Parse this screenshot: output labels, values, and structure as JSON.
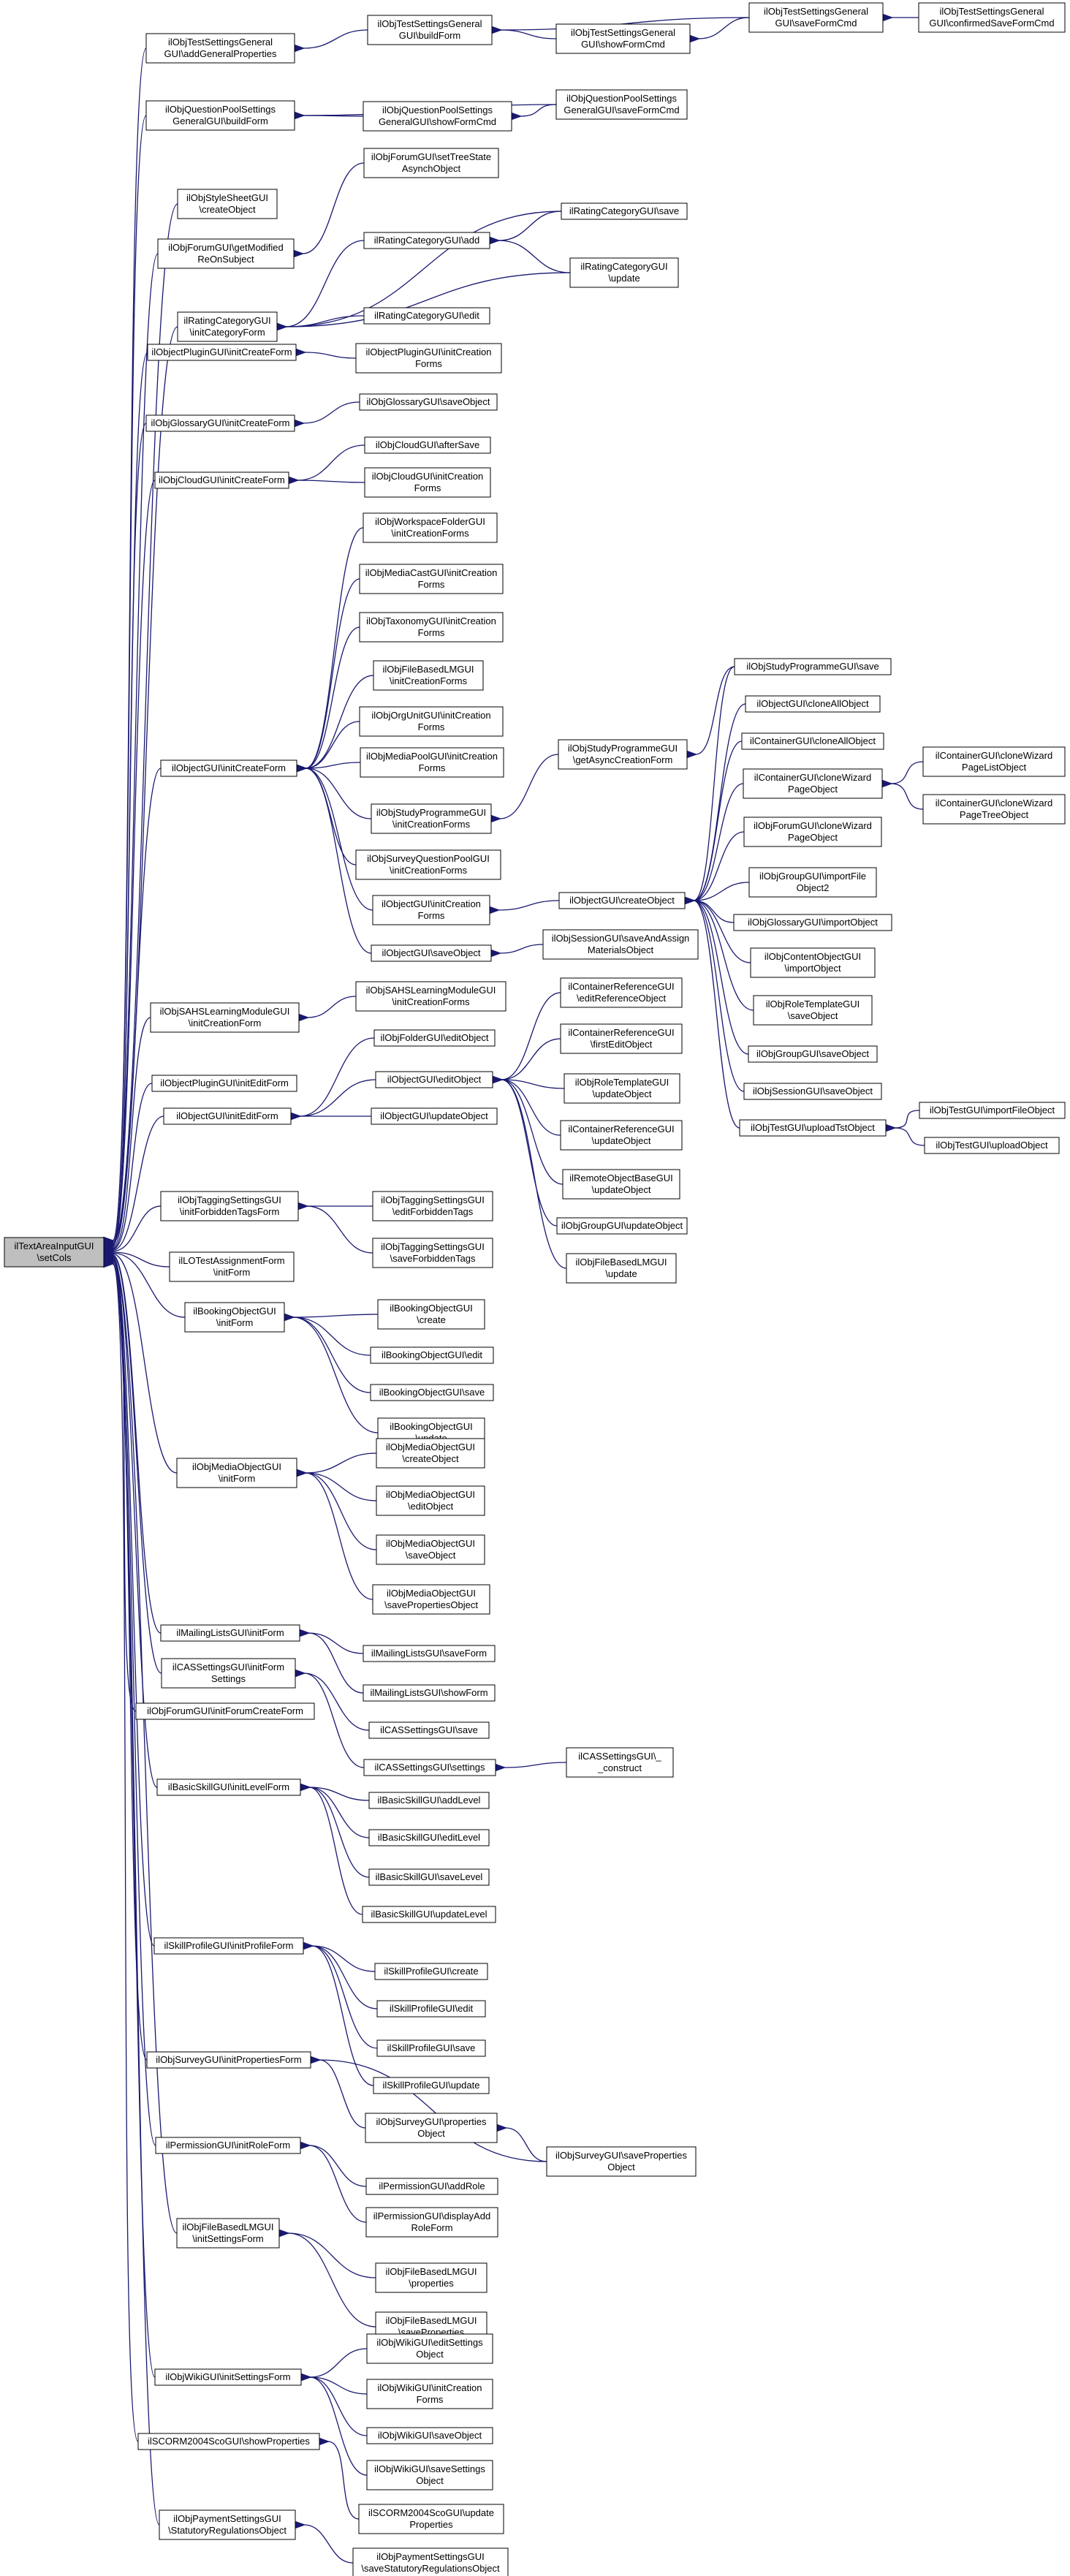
{
  "diagram": {
    "title": "",
    "nodes": [
      {
        "id": "root",
        "lines": [
          "ilTextAreaInputGUI",
          "\\setCols"
        ]
      },
      {
        "id": "addGeneralProperties",
        "lines": [
          "ilObjTestSettingsGeneral",
          "GUI\\addGeneralProperties"
        ]
      },
      {
        "id": "qpBuildForm",
        "lines": [
          "ilObjQuestionPoolSettings",
          "GeneralGUI\\buildForm"
        ]
      },
      {
        "id": "styleCreate",
        "lines": [
          "ilObjStyleSheetGUI",
          "\\createObject"
        ]
      },
      {
        "id": "forumModified",
        "lines": [
          "ilObjForumGUI\\getModified",
          "ReOnSubject"
        ]
      },
      {
        "id": "ratingInit",
        "lines": [
          "ilRatingCategoryGUI",
          "\\initCategoryForm"
        ]
      },
      {
        "id": "pluginInitCreate",
        "lines": [
          "ilObjectPluginGUI\\initCreateForm"
        ]
      },
      {
        "id": "glossaryInitCreate",
        "lines": [
          "ilObjGlossaryGUI\\initCreateForm"
        ]
      },
      {
        "id": "cloudInitCreate",
        "lines": [
          "ilObjCloudGUI\\initCreateForm"
        ]
      },
      {
        "id": "objectInitCreate",
        "lines": [
          "ilObjectGUI\\initCreateForm"
        ]
      },
      {
        "id": "sahsInitCreation",
        "lines": [
          "ilObjSAHSLearningModuleGUI",
          "\\initCreationForm"
        ]
      },
      {
        "id": "pluginInitEdit",
        "lines": [
          "ilObjectPluginGUI\\initEditForm"
        ]
      },
      {
        "id": "objectInitEdit",
        "lines": [
          "ilObjectGUI\\initEditForm"
        ]
      },
      {
        "id": "taggingInit",
        "lines": [
          "ilObjTaggingSettingsGUI",
          "\\initForbiddenTagsForm"
        ]
      },
      {
        "id": "loTestInit",
        "lines": [
          "ilLOTestAssignmentForm",
          "\\initForm"
        ]
      },
      {
        "id": "bookingInit",
        "lines": [
          "ilBookingObjectGUI",
          "\\initForm"
        ]
      },
      {
        "id": "mediaInit",
        "lines": [
          "ilObjMediaObjectGUI",
          "\\initForm"
        ]
      },
      {
        "id": "mailingInit",
        "lines": [
          "ilMailingListsGUI\\initForm"
        ]
      },
      {
        "id": "casInit",
        "lines": [
          "ilCASSettingsGUI\\initForm",
          "Settings"
        ]
      },
      {
        "id": "forumInitForum",
        "lines": [
          "ilObjForumGUI\\initForumCreateForm"
        ]
      },
      {
        "id": "basicSkillInit",
        "lines": [
          "ilBasicSkillGUI\\initLevelForm"
        ]
      },
      {
        "id": "skillProfileInit",
        "lines": [
          "ilSkillProfileGUI\\initProfileForm"
        ]
      },
      {
        "id": "surveyInit",
        "lines": [
          "ilObjSurveyGUI\\initPropertiesForm"
        ]
      },
      {
        "id": "permissionInit",
        "lines": [
          "ilPermissionGUI\\initRoleForm"
        ]
      },
      {
        "id": "fileLmInit",
        "lines": [
          "ilObjFileBasedLMGUI",
          "\\initSettingsForm"
        ]
      },
      {
        "id": "wikiInit",
        "lines": [
          "ilObjWikiGUI\\initSettingsForm"
        ]
      },
      {
        "id": "scormShow",
        "lines": [
          "ilSCORM2004ScoGUI\\showProperties"
        ]
      },
      {
        "id": "paymentStatutory",
        "lines": [
          "ilObjPaymentSettingsGUI",
          "\\StatutoryRegulationsObject"
        ]
      },
      {
        "id": "tsgBuildForm",
        "lines": [
          "ilObjTestSettingsGeneral",
          "GUI\\buildForm"
        ]
      },
      {
        "id": "tsgShowForm",
        "lines": [
          "ilObjTestSettingsGeneral",
          "GUI\\showFormCmd"
        ]
      },
      {
        "id": "tsgSaveForm",
        "lines": [
          "ilObjTestSettingsGeneral",
          "GUI\\saveFormCmd"
        ]
      },
      {
        "id": "tsgConfirmed",
        "lines": [
          "ilObjTestSettingsGeneral",
          "GUI\\confirmedSaveFormCmd"
        ]
      },
      {
        "id": "qpShowForm",
        "lines": [
          "ilObjQuestionPoolSettings",
          "GeneralGUI\\showFormCmd"
        ]
      },
      {
        "id": "qpSaveForm",
        "lines": [
          "ilObjQuestionPoolSettings",
          "GeneralGUI\\saveFormCmd"
        ]
      },
      {
        "id": "forumSetTree",
        "lines": [
          "ilObjForumGUI\\setTreeState",
          "AsynchObject"
        ]
      },
      {
        "id": "ratingAdd",
        "lines": [
          "ilRatingCategoryGUI\\add"
        ]
      },
      {
        "id": "ratingSave",
        "lines": [
          "ilRatingCategoryGUI\\save"
        ]
      },
      {
        "id": "ratingUpdate",
        "lines": [
          "ilRatingCategoryGUI",
          "\\update"
        ]
      },
      {
        "id": "ratingEdit",
        "lines": [
          "ilRatingCategoryGUI\\edit"
        ]
      },
      {
        "id": "pluginInitCreationForms",
        "lines": [
          "ilObjectPluginGUI\\initCreation",
          "Forms"
        ]
      },
      {
        "id": "glossarySave",
        "lines": [
          "ilObjGlossaryGUI\\saveObject"
        ]
      },
      {
        "id": "cloudAfterSave",
        "lines": [
          "ilObjCloudGUI\\afterSave"
        ]
      },
      {
        "id": "cloudInitCreationForms",
        "lines": [
          "ilObjCloudGUI\\initCreation",
          "Forms"
        ]
      },
      {
        "id": "wsFolderICF",
        "lines": [
          "ilObjWorkspaceFolderGUI",
          "\\initCreationForms"
        ]
      },
      {
        "id": "mediaCastICF",
        "lines": [
          "ilObjMediaCastGUI\\initCreation",
          "Forms"
        ]
      },
      {
        "id": "taxonomyICF",
        "lines": [
          "ilObjTaxonomyGUI\\initCreation",
          "Forms"
        ]
      },
      {
        "id": "fileLmICF",
        "lines": [
          "ilObjFileBasedLMGUI",
          "\\initCreationForms"
        ]
      },
      {
        "id": "orgUnitICF",
        "lines": [
          "ilObjOrgUnitGUI\\initCreation",
          "Forms"
        ]
      },
      {
        "id": "mediaPoolICF",
        "lines": [
          "ilObjMediaPoolGUI\\initCreation",
          "Forms"
        ]
      },
      {
        "id": "studyProgICF",
        "lines": [
          "ilObjStudyProgrammeGUI",
          "\\initCreationForms"
        ]
      },
      {
        "id": "surveyQPICF",
        "lines": [
          "ilObjSurveyQuestionPoolGUI",
          "\\initCreationForms"
        ]
      },
      {
        "id": "objectICF",
        "lines": [
          "ilObjectGUI\\initCreation",
          "Forms"
        ]
      },
      {
        "id": "objectSave",
        "lines": [
          "ilObjectGUI\\saveObject"
        ]
      },
      {
        "id": "studyProgAsync",
        "lines": [
          "ilObjStudyProgrammeGUI",
          "\\getAsyncCreationForm"
        ]
      },
      {
        "id": "objectCreate",
        "lines": [
          "ilObjectGUI\\createObject"
        ]
      },
      {
        "id": "sessionSaveAssign",
        "lines": [
          "ilObjSessionGUI\\saveAndAssign",
          "MaterialsObject"
        ]
      },
      {
        "id": "studyProgSave",
        "lines": [
          "ilObjStudyProgrammeGUI\\save"
        ]
      },
      {
        "id": "objectCloneAll",
        "lines": [
          "ilObjectGUI\\cloneAllObject"
        ]
      },
      {
        "id": "containerCloneAll",
        "lines": [
          "ilContainerGUI\\cloneAllObject"
        ]
      },
      {
        "id": "containerCloneWizard",
        "lines": [
          "ilContainerGUI\\cloneWizard",
          "PageObject"
        ]
      },
      {
        "id": "forumCloneWizard",
        "lines": [
          "ilObjForumGUI\\cloneWizard",
          "PageObject"
        ]
      },
      {
        "id": "groupImport2",
        "lines": [
          "ilObjGroupGUI\\importFile",
          "Object2"
        ]
      },
      {
        "id": "glossaryImport",
        "lines": [
          "ilObjGlossaryGUI\\importObject"
        ]
      },
      {
        "id": "contentImport",
        "lines": [
          "ilObjContentObjectGUI",
          "\\importObject"
        ]
      },
      {
        "id": "roleTemplateSave",
        "lines": [
          "ilObjRoleTemplateGUI",
          "\\saveObject"
        ]
      },
      {
        "id": "groupSave",
        "lines": [
          "ilObjGroupGUI\\saveObject"
        ]
      },
      {
        "id": "sessionSave",
        "lines": [
          "ilObjSessionGUI\\saveObject"
        ]
      },
      {
        "id": "testUploadTst",
        "lines": [
          "ilObjTestGUI\\uploadTstObject"
        ]
      },
      {
        "id": "containerCloneWizardList",
        "lines": [
          "ilContainerGUI\\cloneWizard",
          "PageListObject"
        ]
      },
      {
        "id": "containerCloneWizardTree",
        "lines": [
          "ilContainerGUI\\cloneWizard",
          "PageTreeObject"
        ]
      },
      {
        "id": "testImportFile",
        "lines": [
          "ilObjTestGUI\\importFileObject"
        ]
      },
      {
        "id": "testUpload",
        "lines": [
          "ilObjTestGUI\\uploadObject"
        ]
      },
      {
        "id": "sahsICF",
        "lines": [
          "ilObjSAHSLearningModuleGUI",
          "\\initCreationForms"
        ]
      },
      {
        "id": "folderEdit",
        "lines": [
          "ilObjFolderGUI\\editObject"
        ]
      },
      {
        "id": "objectEdit",
        "lines": [
          "ilObjectGUI\\editObject"
        ]
      },
      {
        "id": "objectUpdate",
        "lines": [
          "ilObjectGUI\\updateObject"
        ]
      },
      {
        "id": "contRefEditRef",
        "lines": [
          "ilContainerReferenceGUI",
          "\\editReferenceObject"
        ]
      },
      {
        "id": "contRefFirstEdit",
        "lines": [
          "ilContainerReferenceGUI",
          "\\firstEditObject"
        ]
      },
      {
        "id": "roleTemplateUpdate",
        "lines": [
          "ilObjRoleTemplateGUI",
          "\\updateObject"
        ]
      },
      {
        "id": "contRefUpdate",
        "lines": [
          "ilContainerReferenceGUI",
          "\\updateObject"
        ]
      },
      {
        "id": "remoteUpdate",
        "lines": [
          "ilRemoteObjectBaseGUI",
          "\\updateObject"
        ]
      },
      {
        "id": "groupUpdate",
        "lines": [
          "ilObjGroupGUI\\updateObject"
        ]
      },
      {
        "id": "fileLmUpdate",
        "lines": [
          "ilObjFileBasedLMGUI",
          "\\update"
        ]
      },
      {
        "id": "taggingEdit",
        "lines": [
          "ilObjTaggingSettingsGUI",
          "\\editForbiddenTags"
        ]
      },
      {
        "id": "taggingSave",
        "lines": [
          "ilObjTaggingSettingsGUI",
          "\\saveForbiddenTags"
        ]
      },
      {
        "id": "bookingCreate",
        "lines": [
          "ilBookingObjectGUI",
          "\\create"
        ]
      },
      {
        "id": "bookingEdit",
        "lines": [
          "ilBookingObjectGUI\\edit"
        ]
      },
      {
        "id": "bookingSave",
        "lines": [
          "ilBookingObjectGUI\\save"
        ]
      },
      {
        "id": "bookingUpdate",
        "lines": [
          "ilBookingObjectGUI",
          "\\update"
        ]
      },
      {
        "id": "mediaCreate",
        "lines": [
          "ilObjMediaObjectGUI",
          "\\createObject"
        ]
      },
      {
        "id": "mediaEdit",
        "lines": [
          "ilObjMediaObjectGUI",
          "\\editObject"
        ]
      },
      {
        "id": "mediaSave",
        "lines": [
          "ilObjMediaObjectGUI",
          "\\saveObject"
        ]
      },
      {
        "id": "mediaSaveProps",
        "lines": [
          "ilObjMediaObjectGUI",
          "\\savePropertiesObject"
        ]
      },
      {
        "id": "mailingSave",
        "lines": [
          "ilMailingListsGUI\\saveForm"
        ]
      },
      {
        "id": "mailingShow",
        "lines": [
          "ilMailingListsGUI\\showForm"
        ]
      },
      {
        "id": "casSave",
        "lines": [
          "ilCASSettingsGUI\\save"
        ]
      },
      {
        "id": "casSettings",
        "lines": [
          "ilCASSettingsGUI\\settings"
        ]
      },
      {
        "id": "casConstruct",
        "lines": [
          "ilCASSettingsGUI\\_",
          "_construct"
        ]
      },
      {
        "id": "basicAdd",
        "lines": [
          "ilBasicSkillGUI\\addLevel"
        ]
      },
      {
        "id": "basicEdit",
        "lines": [
          "ilBasicSkillGUI\\editLevel"
        ]
      },
      {
        "id": "basicSave",
        "lines": [
          "ilBasicSkillGUI\\saveLevel"
        ]
      },
      {
        "id": "basicUpdate",
        "lines": [
          "ilBasicSkillGUI\\updateLevel"
        ]
      },
      {
        "id": "profileCreate",
        "lines": [
          "ilSkillProfileGUI\\create"
        ]
      },
      {
        "id": "profileEdit",
        "lines": [
          "ilSkillProfileGUI\\edit"
        ]
      },
      {
        "id": "profileSave",
        "lines": [
          "ilSkillProfileGUI\\save"
        ]
      },
      {
        "id": "profileUpdate",
        "lines": [
          "ilSkillProfileGUI\\update"
        ]
      },
      {
        "id": "surveyProps",
        "lines": [
          "ilObjSurveyGUI\\properties",
          "Object"
        ]
      },
      {
        "id": "surveySaveProps",
        "lines": [
          "ilObjSurveyGUI\\saveProperties",
          "Object"
        ]
      },
      {
        "id": "permAddRole",
        "lines": [
          "ilPermissionGUI\\addRole"
        ]
      },
      {
        "id": "permDisplayAdd",
        "lines": [
          "ilPermissionGUI\\displayAdd",
          "RoleForm"
        ]
      },
      {
        "id": "fileLmProps",
        "lines": [
          "ilObjFileBasedLMGUI",
          "\\properties"
        ]
      },
      {
        "id": "fileLmSaveProps",
        "lines": [
          "ilObjFileBasedLMGUI",
          "\\saveProperties"
        ]
      },
      {
        "id": "wikiEditSettings",
        "lines": [
          "ilObjWikiGUI\\editSettings",
          "Object"
        ]
      },
      {
        "id": "wikiICF",
        "lines": [
          "ilObjWikiGUI\\initCreation",
          "Forms"
        ]
      },
      {
        "id": "wikiSave",
        "lines": [
          "ilObjWikiGUI\\saveObject"
        ]
      },
      {
        "id": "wikiSaveSettings",
        "lines": [
          "ilObjWikiGUI\\saveSettings",
          "Object"
        ]
      },
      {
        "id": "scormUpdateProps",
        "lines": [
          "ilSCORM2004ScoGUI\\update",
          "Properties"
        ]
      },
      {
        "id": "paymentSaveStatutory",
        "lines": [
          "ilObjPaymentSettingsGUI",
          "\\saveStatutoryRegulationsObject"
        ]
      }
    ]
  }
}
